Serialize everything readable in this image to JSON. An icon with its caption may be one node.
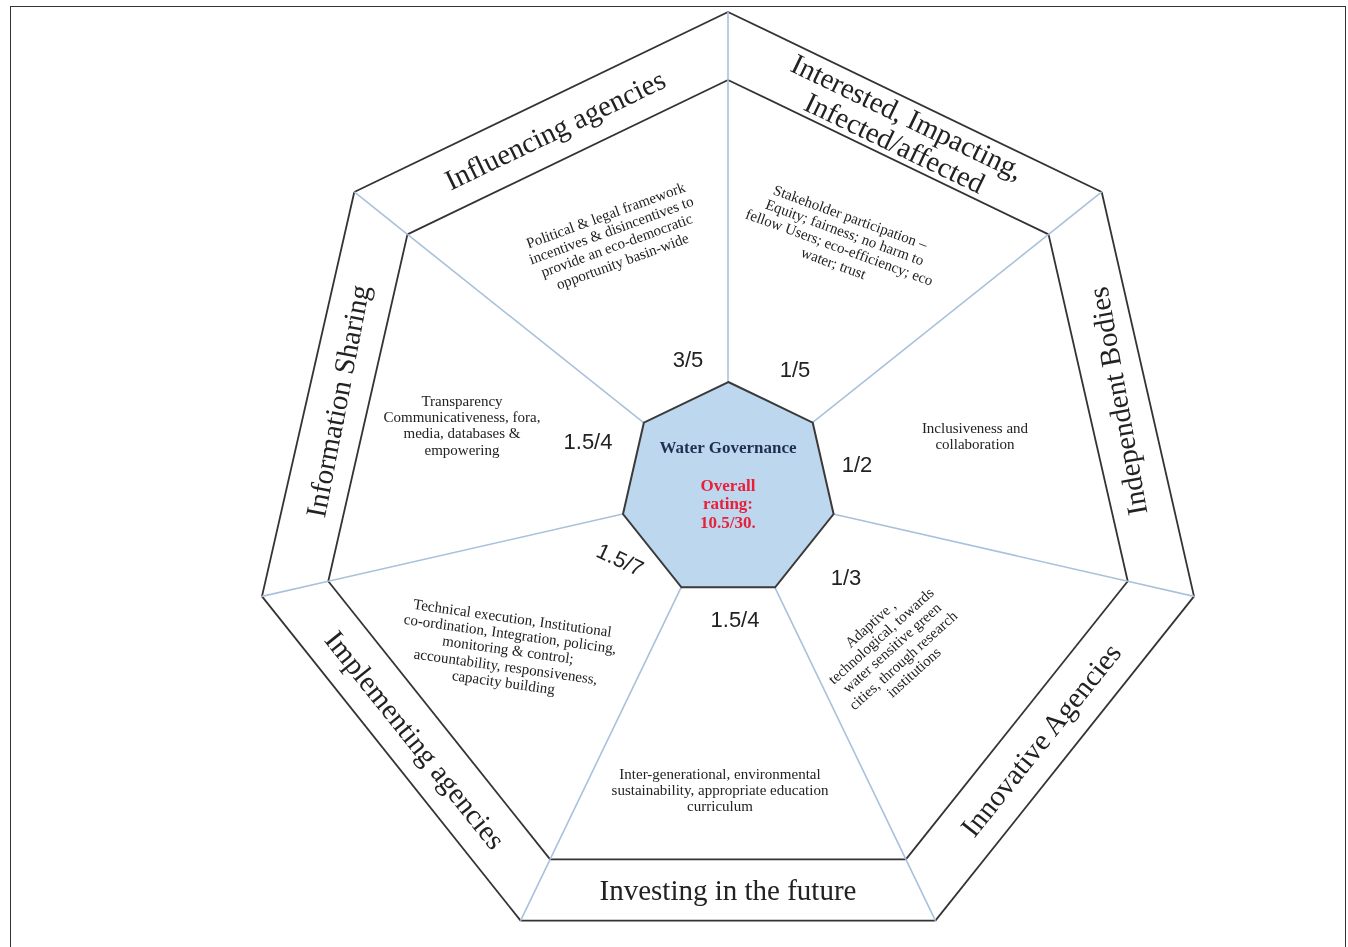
{
  "diagram": {
    "nodes": [
      {
        "text": [
          "Influencing agencies"
        ]
      },
      {
        "text": [
          "Political & legal framework incentives & disincentives to provide an eco-democratic opportunity basin-wide"
        ]
      },
      {
        "text": [
          "Interested, Impacting, Infected/affected"
        ]
      },
      {
        "text": [
          "Stakeholder participation – Equity; fairness; no harm to fellow Users; eco-efficiency; eco water; trust"
        ]
      },
      {
        "text": [
          "Independent Bodies"
        ]
      },
      {
        "text": [
          "Inclusiveness and collaboration"
        ]
      },
      {
        "text": [
          "Innovative Agencies"
        ]
      },
      {
        "text": [
          "Adaptive , technological, towards water sensitive green cities, through research institutions"
        ]
      },
      {
        "text": [
          "Investing in the future"
        ]
      },
      {
        "text": [
          "Inter-generational, environmental sustainability, appropriate education curriculum"
        ]
      },
      {
        "text": [
          "Implementing agencies"
        ]
      },
      {
        "text": [
          "Technical execution, Institutional co-ordination, Integration, policing, monitoring & control; accountability, responsiveness, capacity building"
        ]
      },
      {
        "text": [
          "Information Sharing"
        ]
      },
      {
        "text": [
          "Transparency Communicativeness, fora, media, databases & empowering"
        ]
      },
      {
        "text": [
          "Water Governance",
          "Overall rating: 10.5/30."
        ]
      }
    ],
    "labels": [
      "3/5",
      "1/5",
      "1.5/4",
      "1/2",
      "1.5/7",
      "1/3",
      "1.5/4"
    ]
  }
}
